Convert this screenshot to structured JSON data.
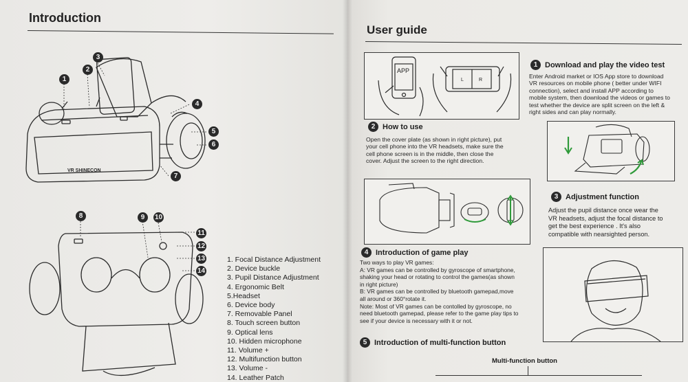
{
  "left_page": {
    "title": "Introduction",
    "headset_label": "VR SHINECON",
    "callouts_front": [
      "1",
      "2",
      "3",
      "4",
      "5",
      "6",
      "7"
    ],
    "callouts_back": [
      "8",
      "9",
      "10",
      "11",
      "12",
      "13",
      "14"
    ],
    "parts": [
      "1. Focal Distance Adjustment",
      "2. Device buckle",
      "3. Pupil Distance Adjustment",
      "4. Ergonomic Belt",
      "5.Headset",
      "6. Device body",
      "7. Removable Panel",
      "8. Touch screen button",
      "9. Optical lens",
      "10. Hidden microphone",
      "11. Volume +",
      "12. Multifunction button",
      "13. Volume -",
      "14. Leather Patch"
    ]
  },
  "right_page": {
    "title": "User guide",
    "phone_app_label": "APP",
    "split_screen_labels": [
      "L",
      "R"
    ],
    "steps": [
      {
        "num": "1",
        "title": "Download and play the video test",
        "lines": [
          "Enter Android market or IOS App store to download",
          "VR resources on mobile phone  ( better under WIFI",
          "connection), select and install APP according to",
          "mobile system, then download the videos or games to",
          "test whether the device are split screen on the left &",
          "right sides and can play normally."
        ]
      },
      {
        "num": "2",
        "title": "How to use",
        "lines": [
          "Open the cover plate (as shown in right picture), put",
          "your cell phone into the VR headsets, make sure the",
          "cell phone screen is in the middle, then close the",
          "cover. Adjust the screen to the right direction."
        ]
      },
      {
        "num": "3",
        "title": "Adjustment function",
        "lines": [
          "Adjust the pupil distance once wear the",
          "VR headsets, adjust the focal distance to",
          "get the best experience . It's also",
          "compatible with nearsighted person."
        ]
      },
      {
        "num": "4",
        "title": "Introduction of game play",
        "lines": [
          "Two ways to play VR games:",
          "A: VR games can be controlled by gyroscope of smartphone,",
          "shaking your head or rotating to control the games(as shown",
          "in right picture)",
          "B: VR games can be controlled by bluetooth gamepad,move",
          "all around or 360°rotate it.",
          "Note: Most of VR games can be contolled by gyroscope, no",
          "need bluetooth gamepad, please refer to the game play tips to",
          "see if your device is necessary with it or not."
        ]
      },
      {
        "num": "5",
        "title": "Introduction of multi-function button",
        "lines": []
      }
    ],
    "multi_function_label": "Multi-function button"
  }
}
